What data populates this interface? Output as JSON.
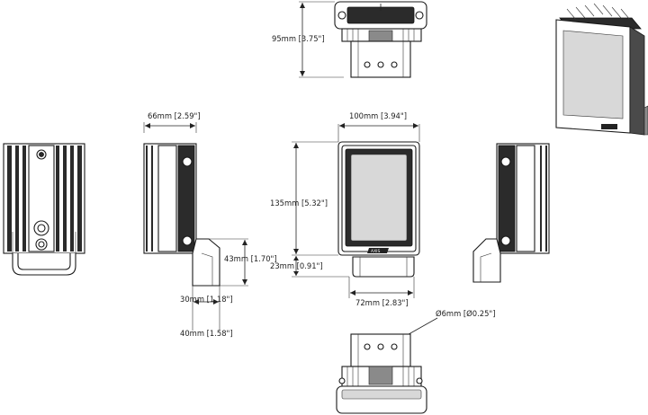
{
  "dimensions": {
    "top_height": "95mm [3.75\"]",
    "side_depth": "66mm [2.59\"]",
    "bracket_height": "43mm [1.70\"]",
    "bracket_width": "30mm [1.18\"]",
    "bracket_depth": "40mm [1.58\"]",
    "front_width": "100mm [3.94\"]",
    "front_height": "135mm [5.32\"]",
    "mount_height": "23mm [0.91\"]",
    "mount_width": "72mm [2.83\"]",
    "hole_diameter": "Ø6mm [Ø0.25\"]"
  },
  "brand_mark": "AXIS",
  "colors": {
    "line": "#222222",
    "fin_dark": "#2b2b2b",
    "glass": "#d8d8d8"
  }
}
